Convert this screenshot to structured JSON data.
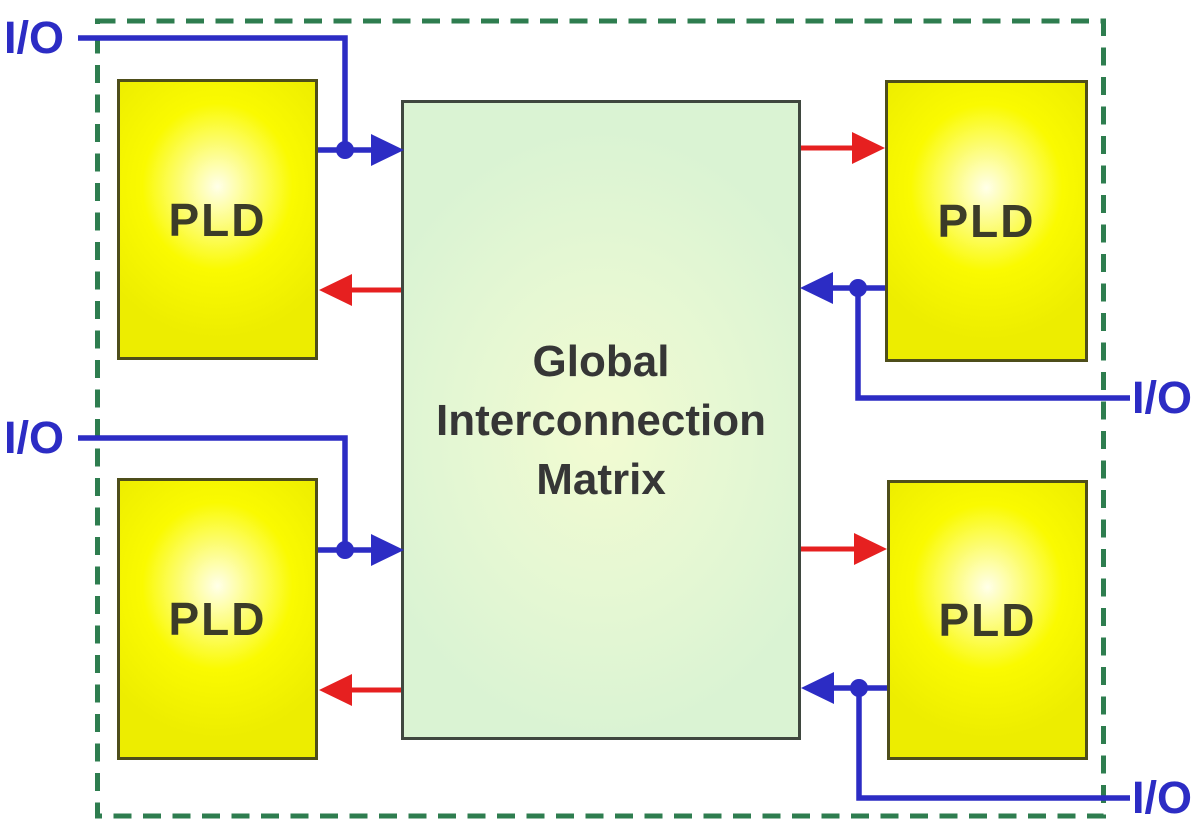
{
  "diagram": {
    "type": "cpld-architecture-block-diagram",
    "boundary": {
      "style": "dashed",
      "color": "#2e7d4f"
    },
    "matrix": {
      "label_lines": [
        "Global",
        "Interconnection",
        "Matrix"
      ],
      "fill_center": "#f2fbd2",
      "fill_edge": "#daf3d3",
      "border_color": "#3f473f",
      "text_color": "#363636"
    },
    "pld_blocks": [
      {
        "id": "pld-top-left",
        "label": "PLD"
      },
      {
        "id": "pld-top-right",
        "label": "PLD"
      },
      {
        "id": "pld-bottom-left",
        "label": "PLD"
      },
      {
        "id": "pld-bottom-right",
        "label": "PLD"
      }
    ],
    "pld_style": {
      "fill_center": "#ffffe9",
      "fill_main": "#f4f400",
      "border_color": "#4e4e1a",
      "text_color": "#3c3c28"
    },
    "io_labels": [
      {
        "id": "io-top-left",
        "text": "I/O",
        "side": "left"
      },
      {
        "id": "io-bottom-left",
        "text": "I/O",
        "side": "left"
      },
      {
        "id": "io-top-right",
        "text": "I/O",
        "side": "right"
      },
      {
        "id": "io-bottom-right",
        "text": "I/O",
        "side": "right"
      }
    ],
    "colors": {
      "blue_line": "#2c2cc4",
      "red_line": "#e62020",
      "dashed_border": "#2e7d4f",
      "background": "#ffffff"
    },
    "arrows": [
      {
        "id": "blue-top-left",
        "color": "blue",
        "description": "I/O line joins PLD output at junction dot, arrow points into matrix"
      },
      {
        "id": "red-top-left",
        "color": "red",
        "description": "arrow from matrix into top-left PLD"
      },
      {
        "id": "blue-bottom-left",
        "color": "blue",
        "description": "I/O line joins PLD output at junction dot, arrow points into matrix"
      },
      {
        "id": "red-bottom-left",
        "color": "red",
        "description": "arrow from matrix into bottom-left PLD"
      },
      {
        "id": "blue-top-right",
        "color": "blue",
        "description": "PLD output with junction dot to I/O, arrow points into matrix"
      },
      {
        "id": "red-top-right",
        "color": "red",
        "description": "arrow from matrix into top-right PLD"
      },
      {
        "id": "blue-bottom-right",
        "color": "blue",
        "description": "PLD output with junction dot to I/O, arrow points into matrix"
      },
      {
        "id": "red-bottom-right",
        "color": "red",
        "description": "arrow from matrix into bottom-right PLD"
      }
    ]
  }
}
